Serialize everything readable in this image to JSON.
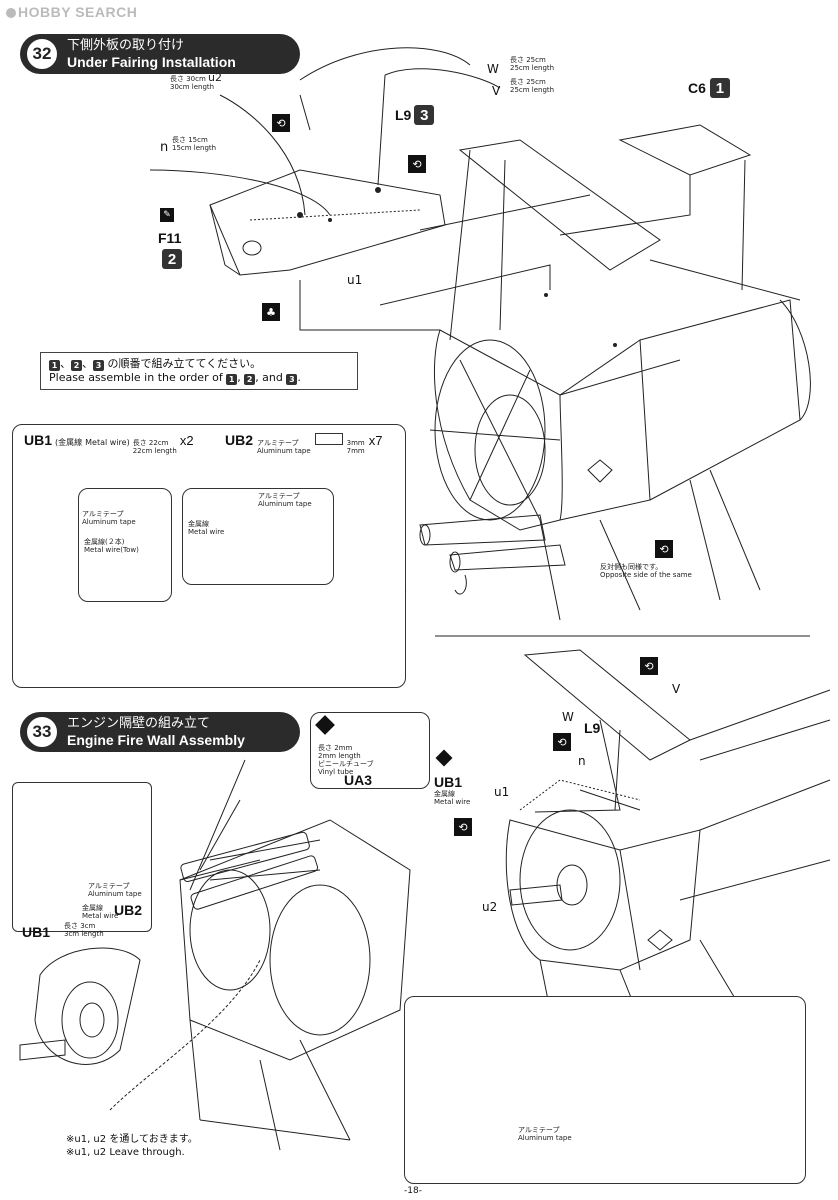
{
  "watermark": "HOBBY SEARCH",
  "step32": {
    "number": "32",
    "title_jp": "下側外板の取り付け",
    "title_en": "Under Fairing Installation",
    "parts": {
      "W": "W",
      "W_len_jp": "長さ 25cm",
      "W_len_en": "25cm length",
      "V": "V",
      "V_len_jp": "長さ 25cm",
      "V_len_en": "25cm length",
      "U2": "u2",
      "U2_len_jp": "長さ 30cm",
      "U2_len_en": "30cm length",
      "N": "n",
      "N_len_jp": "長さ 15cm",
      "N_len_en": "15cm length",
      "L9": "L9",
      "L9_order": "3",
      "C6": "C6",
      "C6_order": "1",
      "F11": "F11",
      "F11_order": "2",
      "U1": "u1"
    },
    "order_note_jp": "の順番で組み立ててください。",
    "order_note_en": "Please assemble in the order of",
    "order_sep": "、",
    "order_and": ", and",
    "order_1": "1",
    "order_2": "2",
    "order_3": "3",
    "opposite_jp": "反対側も同様です。",
    "opposite_en": "Opposite side of the same"
  },
  "ub": {
    "ub1": "UB1",
    "ub1_desc_jp": "(金属線",
    "ub1_desc_en": "Metal wire)",
    "ub1_len_jp": "長さ 22cm",
    "ub1_len_en": "22cm length",
    "ub1_count": "x2",
    "ub2": "UB2",
    "ub2_desc_jp": "アルミテープ",
    "ub2_desc_en": "Aluminum tape",
    "ub2_dim_h": "3mm",
    "ub2_dim_w": "7mm",
    "ub2_count": "x7",
    "tape_jp": "アルミテープ",
    "tape_en": "Aluminum tape",
    "wire2_jp": "金属線(２本)",
    "wire2_en": "Metal wire(Tow)",
    "wire_jp": "金属線",
    "wire_en": "Metal wire"
  },
  "step33": {
    "number": "33",
    "title_jp": "エンジン隔壁の組み立て",
    "title_en": "Engine Fire Wall Assembly",
    "ua3": "UA3",
    "ua3_len_jp": "長さ 2mm",
    "ua3_len_en": "2mm length",
    "ua3_tube_jp": "ビニールチューブ",
    "ua3_tube_en": "Vinyl tube",
    "ub1": "UB1",
    "ub1_jp": "金属線",
    "ub1_en": "Metal wire",
    "tape_jp": "アルミテープ",
    "tape_en": "Aluminum tape",
    "ub2": "UB2",
    "wire_jp": "金属線",
    "wire_en": "Metal wire",
    "ub1b": "UB1",
    "ub1b_len_jp": "長さ 3cm",
    "ub1b_len_en": "3cm length",
    "note_jp": "※u1, u2 を通しておきます。",
    "note_en": "※u1, u2  Leave through.",
    "right_W": "W",
    "right_V": "V",
    "right_L9": "L9",
    "right_n": "n",
    "right_u1": "u1",
    "right_u2": "u2",
    "inset_tape_jp": "アルミテープ",
    "inset_tape_en": "Aluminum tape"
  },
  "page_number": "-18-"
}
